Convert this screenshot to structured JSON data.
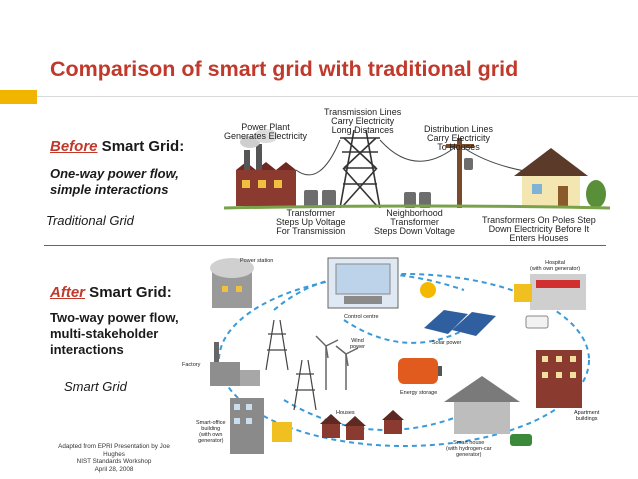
{
  "slide": {
    "title": "Comparison of smart grid with traditional grid"
  },
  "before": {
    "heading_highlight": "Before",
    "heading_rest": " Smart Grid:",
    "subtitle_lines": [
      "One-way power flow,",
      "simple interactions"
    ],
    "caption": "Traditional Grid",
    "labels": {
      "power_plant": [
        "Power Plant",
        "Generates Electricity"
      ],
      "transmission_lines": [
        "Transmission Lines",
        "Carry Electricity",
        "Long Distances"
      ],
      "distribution_lines": [
        "Distribution Lines",
        "Carry Electricity",
        "To Houses"
      ],
      "transformer": [
        "Transformer",
        "Steps Up Voltage",
        "For Transmission"
      ],
      "neighborhood_transformer": [
        "Neighborhood",
        "Transformer",
        "Steps Down Voltage"
      ],
      "pole_transformers": [
        "Transformers On Poles Step",
        "Down Electricity Before It",
        "Enters Houses"
      ]
    }
  },
  "after": {
    "heading_highlight": "After",
    "heading_rest": " Smart Grid:",
    "subtitle_lines": [
      "Two-way power flow,",
      "multi-stakeholder",
      "interactions"
    ],
    "caption": "Smart Grid",
    "credit_lines": [
      "Adapted from EPRI Presentation by Joe Hughes",
      "NIST Standards Workshop",
      "April 28, 2008"
    ],
    "labels": {
      "power_station": "Power station",
      "control_centre": "Control centre",
      "hospital": [
        "Hospital",
        "(with own generator)"
      ],
      "solar_power": "Solar power",
      "wind_power": [
        "Wind",
        "power"
      ],
      "factory": "Factory",
      "energy_storage": "Energy storage",
      "houses": "Houses",
      "smart_office": [
        "Smart-office",
        "building",
        "(with own",
        "generator)"
      ],
      "smart_house": [
        "Smart house",
        "(with hydrogen-car",
        "generator)"
      ],
      "apartment": [
        "Apartment",
        "buildings"
      ]
    }
  },
  "colors": {
    "title_red": "#c0392b",
    "accent_yellow": "#f1b500",
    "grid_dashed_blue": "#3a9ad9"
  }
}
